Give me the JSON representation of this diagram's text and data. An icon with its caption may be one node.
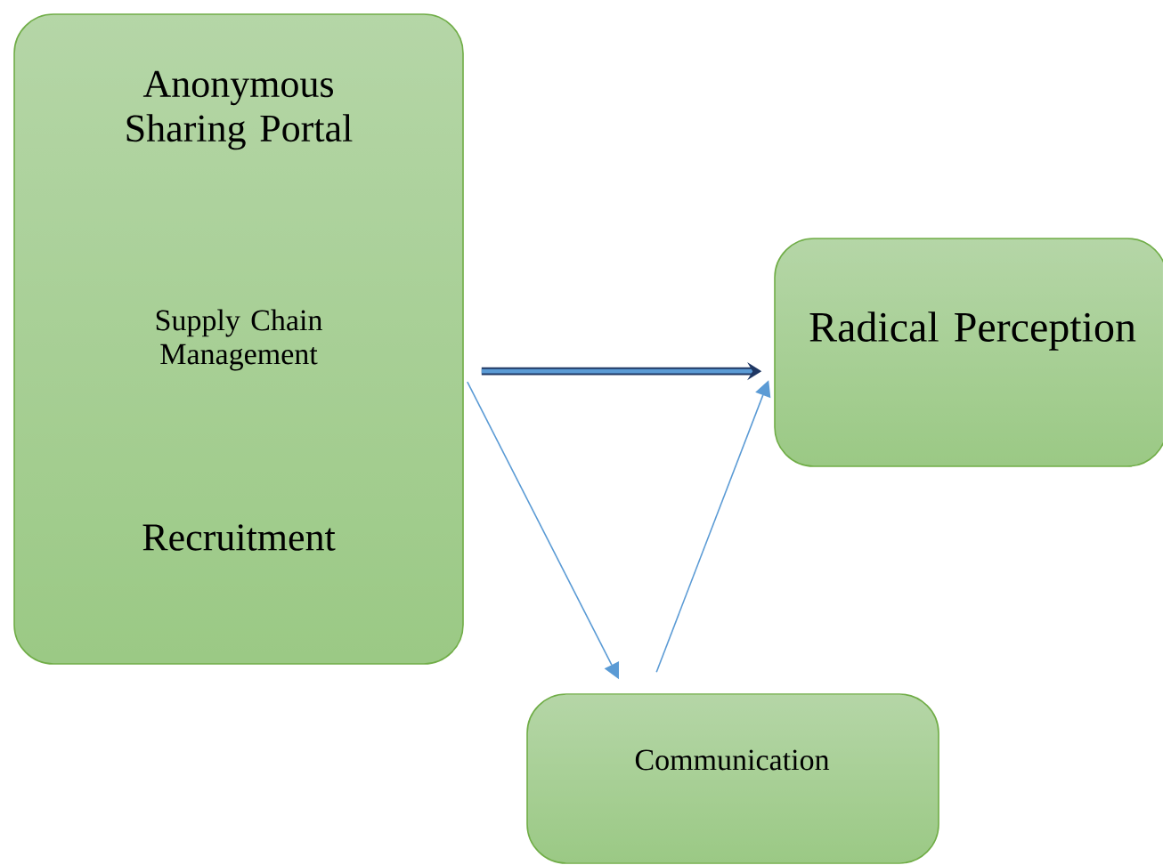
{
  "diagram": {
    "nodes": [
      {
        "text": [
          "Anonymous Sharing Portal",
          "Supply Chain Management",
          "Recruitment"
        ]
      },
      {
        "text": [
          "Radical Perception"
        ]
      },
      {
        "text": [
          "Communication"
        ]
      }
    ],
    "edges": [
      {
        "from": 0,
        "to": 1,
        "arrow": "to",
        "style": "thick",
        "color": "#203864"
      },
      {
        "from": 0,
        "to": 2,
        "arrow": "to"
      },
      {
        "from": 2,
        "to": 1,
        "arrow": "to"
      }
    ]
  }
}
